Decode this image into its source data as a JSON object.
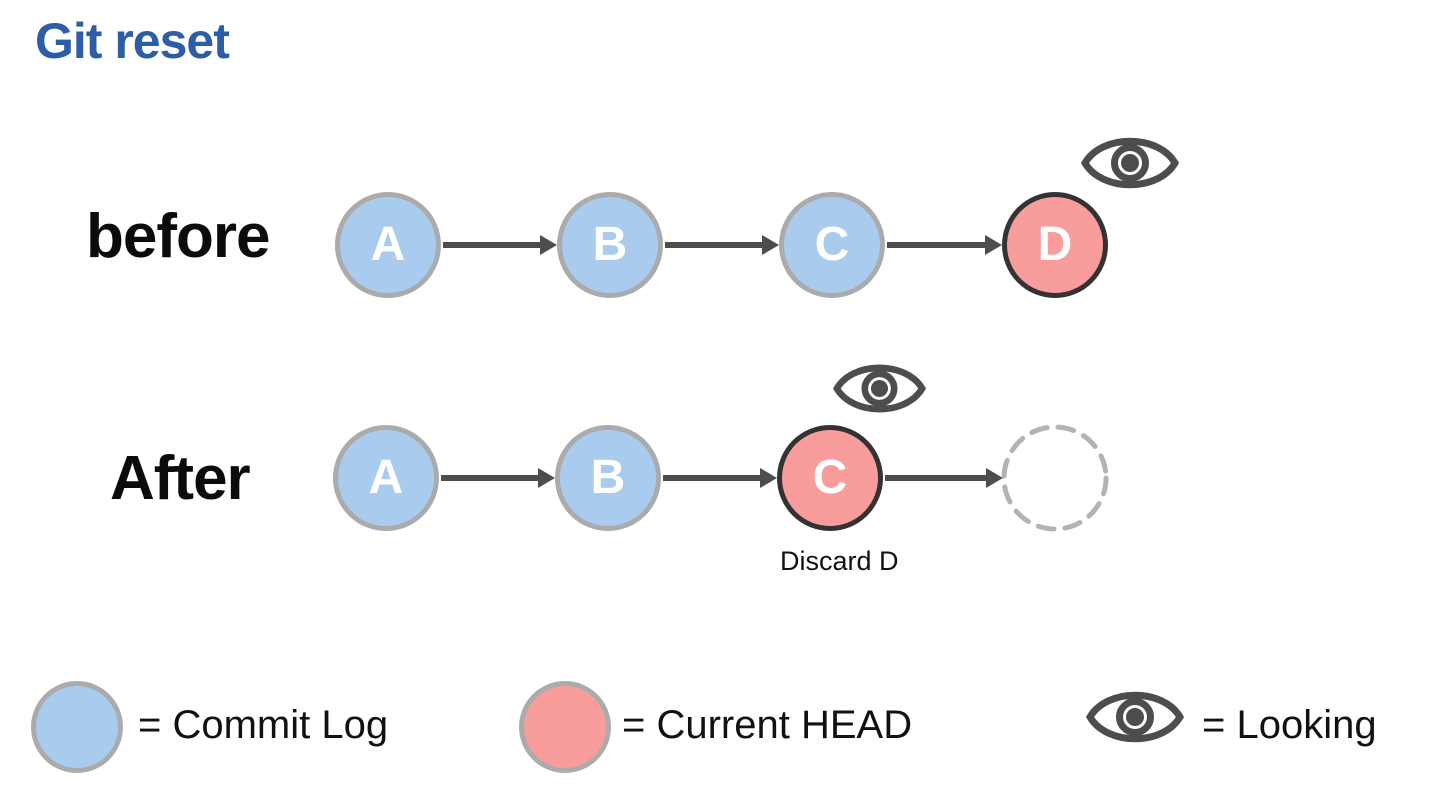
{
  "title": "Git reset",
  "rows": {
    "before": {
      "label": "before",
      "nodes": [
        {
          "label": "A",
          "type": "commit"
        },
        {
          "label": "B",
          "type": "commit"
        },
        {
          "label": "C",
          "type": "commit"
        },
        {
          "label": "D",
          "type": "head"
        }
      ],
      "eye_over": "D"
    },
    "after": {
      "label": "After",
      "nodes": [
        {
          "label": "A",
          "type": "commit"
        },
        {
          "label": "B",
          "type": "commit"
        },
        {
          "label": "C",
          "type": "head"
        },
        {
          "label": "",
          "type": "placeholder"
        }
      ],
      "eye_over": "C",
      "note": "Discard D"
    }
  },
  "legend": {
    "items": [
      {
        "icon": "commit-circle",
        "label": "= Commit Log"
      },
      {
        "icon": "head-circle",
        "label": "= Current HEAD"
      },
      {
        "icon": "eye-icon",
        "label": "= Looking"
      }
    ]
  },
  "colors": {
    "title": "#2E5DA8",
    "commit_fill": "#A9CCEE",
    "commit_border": "#ABABAB",
    "head_fill": "#F99C9C",
    "head_border": "#333333",
    "arrow": "#4D4D4D",
    "eye": "#4D4D4D",
    "dashed_circle": "#B3B3B3",
    "text": "#111111"
  }
}
